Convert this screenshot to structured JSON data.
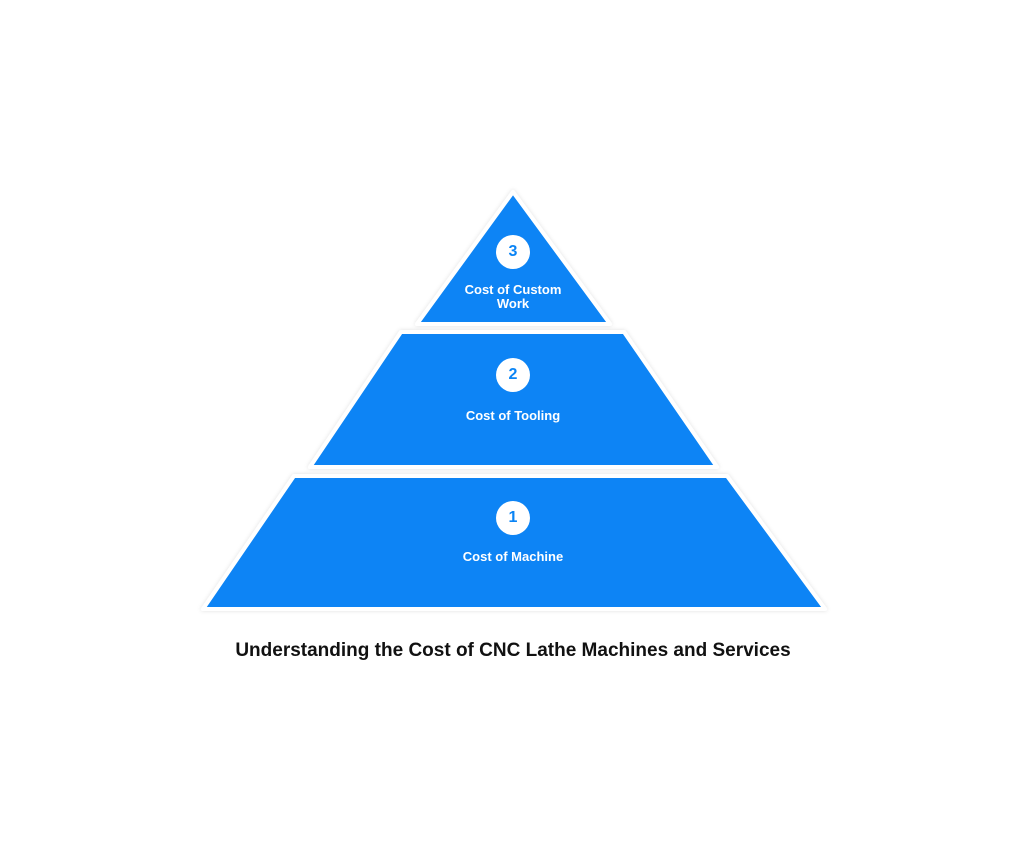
{
  "diagram": {
    "type": "pyramid",
    "color": "#0a84f5",
    "title": "Understanding the Cost of CNC Lathe Machines and Services",
    "tiers": [
      {
        "number": "1",
        "label": "Cost of Machine"
      },
      {
        "number": "2",
        "label": "Cost of Tooling"
      },
      {
        "number": "3",
        "label": "Cost of Custom Work"
      }
    ]
  }
}
